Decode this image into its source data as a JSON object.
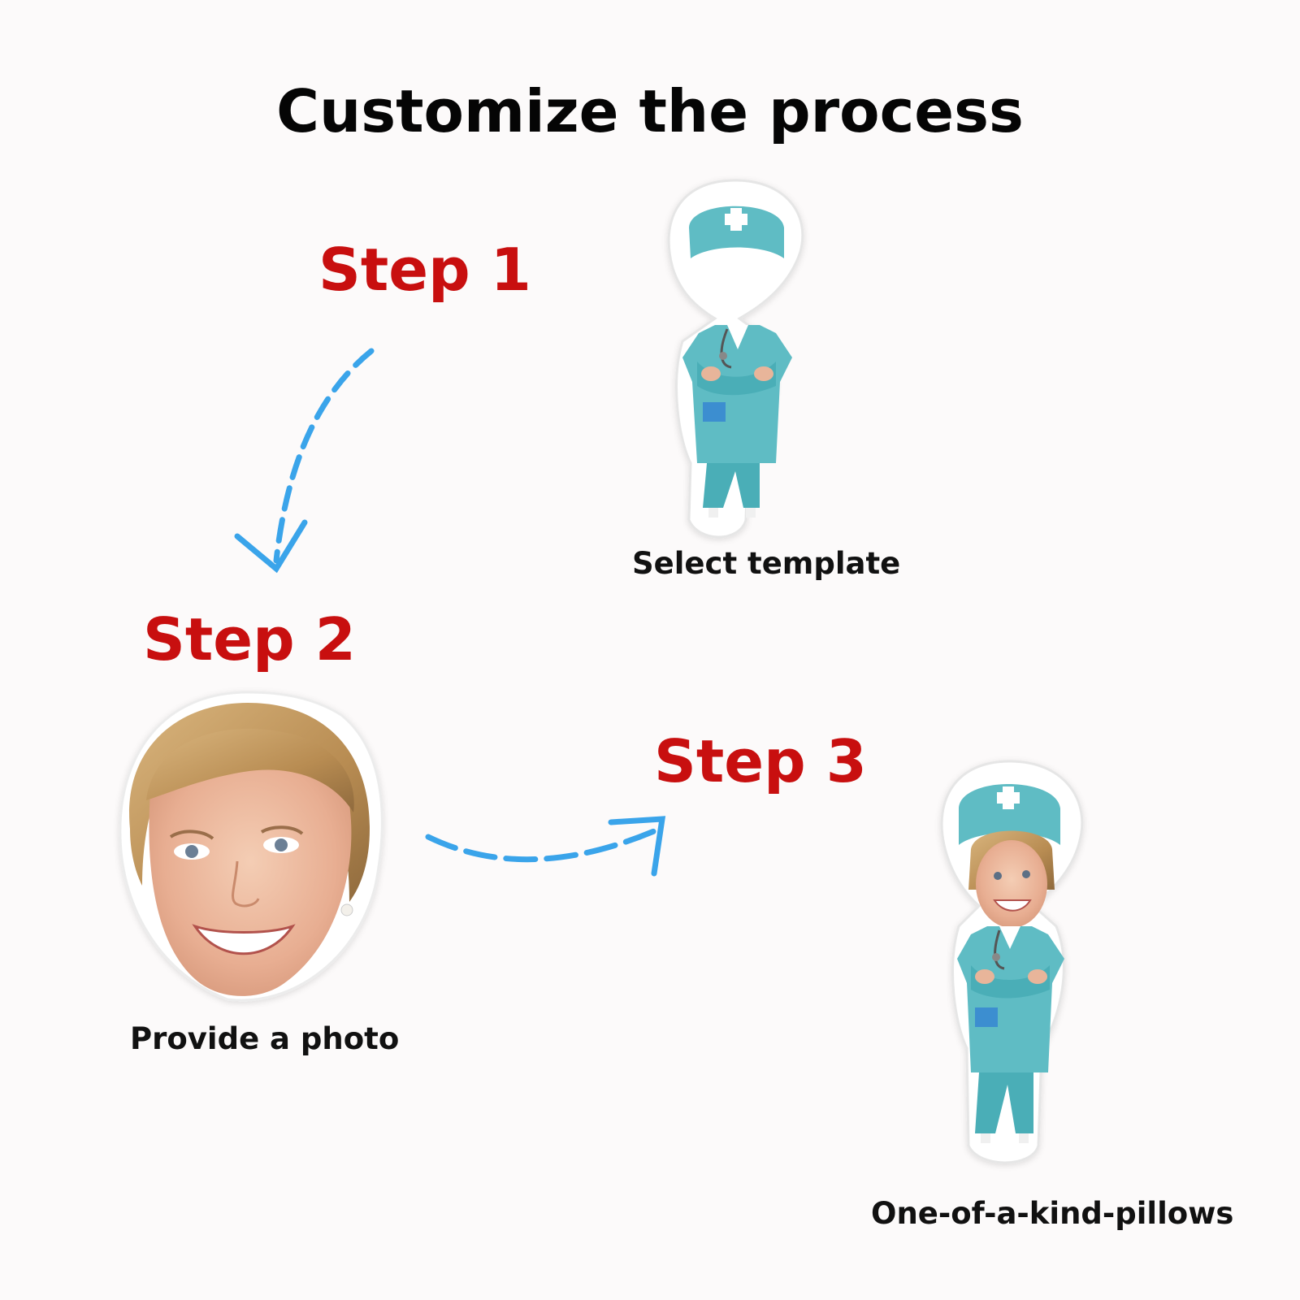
{
  "title": "Customize the process",
  "steps": [
    {
      "label": "Step 1",
      "caption": "Select template"
    },
    {
      "label": "Step 2",
      "caption": "Provide a photo"
    },
    {
      "label": "Step 3",
      "caption": "One-of-a-kind-pillows"
    }
  ],
  "colors": {
    "step_label": "#c80f0f",
    "arrow": "#3aa4ea",
    "scrubs": "#5fbcc4",
    "title": "#050505"
  },
  "icons": {
    "arrow_down": "curved-dashed-arrow-down-icon",
    "arrow_right": "curved-dashed-arrow-right-icon"
  }
}
